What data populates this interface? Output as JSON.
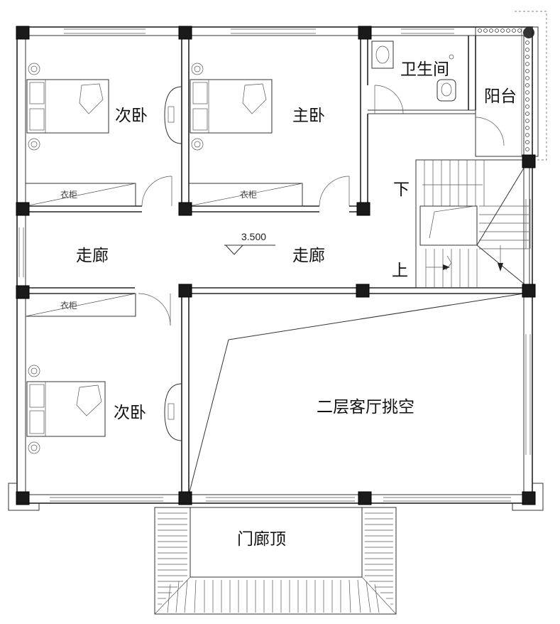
{
  "rooms": {
    "bedroom_top_left": "次卧",
    "master_bedroom": "主卧",
    "bathroom": "卫生间",
    "balcony": "阳台",
    "corridor_left": "走廊",
    "corridor_center": "走廊",
    "bedroom_bottom_left": "次卧",
    "living_void": "二层客厅挑空",
    "porch_roof": "门廊顶"
  },
  "wardrobes": {
    "top_left": "衣柜",
    "master": "衣柜",
    "bottom_left": "衣柜"
  },
  "stairs": {
    "down": "下",
    "up": "上"
  },
  "elevation": "3.500"
}
